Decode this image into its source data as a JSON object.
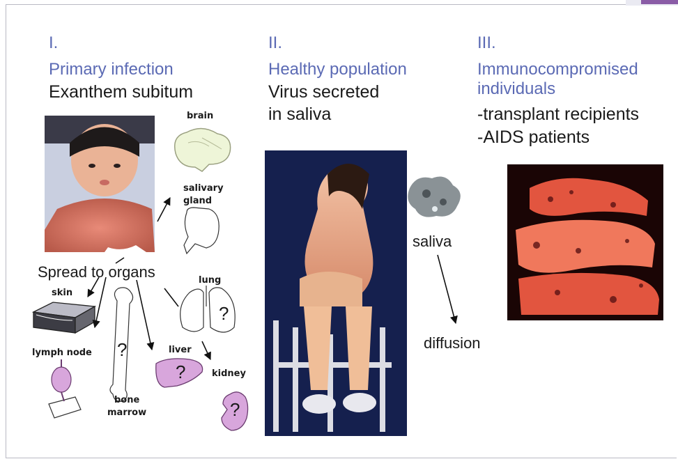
{
  "section1": {
    "number": "I.",
    "title": "Primary infection",
    "subtitle": "Exanthem subitum",
    "image_label": "infant-with-rash-photo",
    "spread_label": "Spread to organs",
    "organs": {
      "brain": "brain",
      "salivary_line1": "salivary",
      "salivary_line2": "gland",
      "lung": "lung",
      "skin": "skin",
      "lymph_node": "lymph node",
      "liver": "liver",
      "kidney": "kidney",
      "bone_line1": "bone",
      "bone_line2": "marrow",
      "unknown_mark": "?"
    }
  },
  "section2": {
    "number": "II.",
    "title": "Healthy population",
    "line1": "Virus secreted",
    "line2": "in saliva",
    "image_label": "woman-sitting-photo",
    "saliva": "saliva",
    "diffusion": "diffusion"
  },
  "section3": {
    "number": "III.",
    "title_line1": "Immunocompromised",
    "title_line2": "individuals",
    "item1": "-transplant recipients",
    "item2": "-AIDS patients",
    "image_label": "tissue-micrograph"
  },
  "colors": {
    "heading_blue": "#5b6ab4",
    "organ_green": "#eef5d8",
    "organ_purple": "#d8a6dc",
    "micrograph_red": "#e2553f"
  }
}
